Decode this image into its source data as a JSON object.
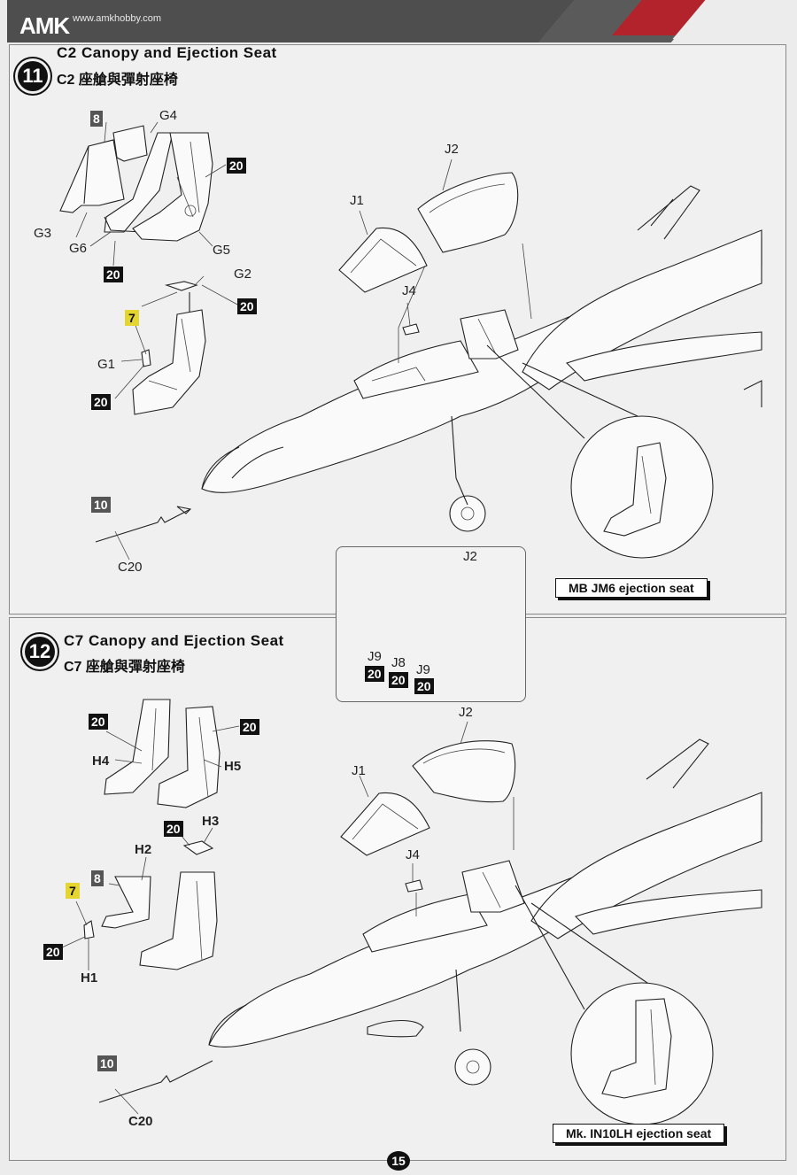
{
  "header": {
    "logo": "AMK",
    "url": "www.amkhobby.com"
  },
  "step11": {
    "number": "11",
    "title_en": "C2 Canopy and Ejection Seat",
    "title_zh": "C2 座艙與彈射座椅",
    "parts": {
      "g4": "G4",
      "g3": "G3",
      "g6": "G6",
      "g5": "G5",
      "g2": "G2",
      "g1": "G1",
      "j1": "J1",
      "j2": "J2",
      "j4": "J4",
      "c20": "C20"
    },
    "paint": {
      "p8": "8",
      "p20a": "20",
      "p20b": "20",
      "p20c": "20",
      "p20d": "20",
      "p7": "7",
      "p10": "10"
    },
    "seat_label": "MB JM6 ejection seat"
  },
  "detail": {
    "j2": "J2",
    "j9a": "J9",
    "j8": "J8",
    "j9b": "J9",
    "p20a": "20",
    "p20b": "20",
    "p20c": "20"
  },
  "step12": {
    "number": "12",
    "title_en": "C7 Canopy and Ejection Seat",
    "title_zh": "C7 座艙與彈射座椅",
    "parts": {
      "h4": "H4",
      "h5": "H5",
      "h3": "H3",
      "h2": "H2",
      "h1": "H1",
      "j1": "J1",
      "j2": "J2",
      "j4": "J4",
      "c20": "C20"
    },
    "paint": {
      "p20a": "20",
      "p20b": "20",
      "p20c": "20",
      "p20d": "20",
      "p8": "8",
      "p7": "7",
      "p10": "10"
    },
    "seat_label": "Mk. IN10LH ejection seat"
  },
  "page_number": "15"
}
